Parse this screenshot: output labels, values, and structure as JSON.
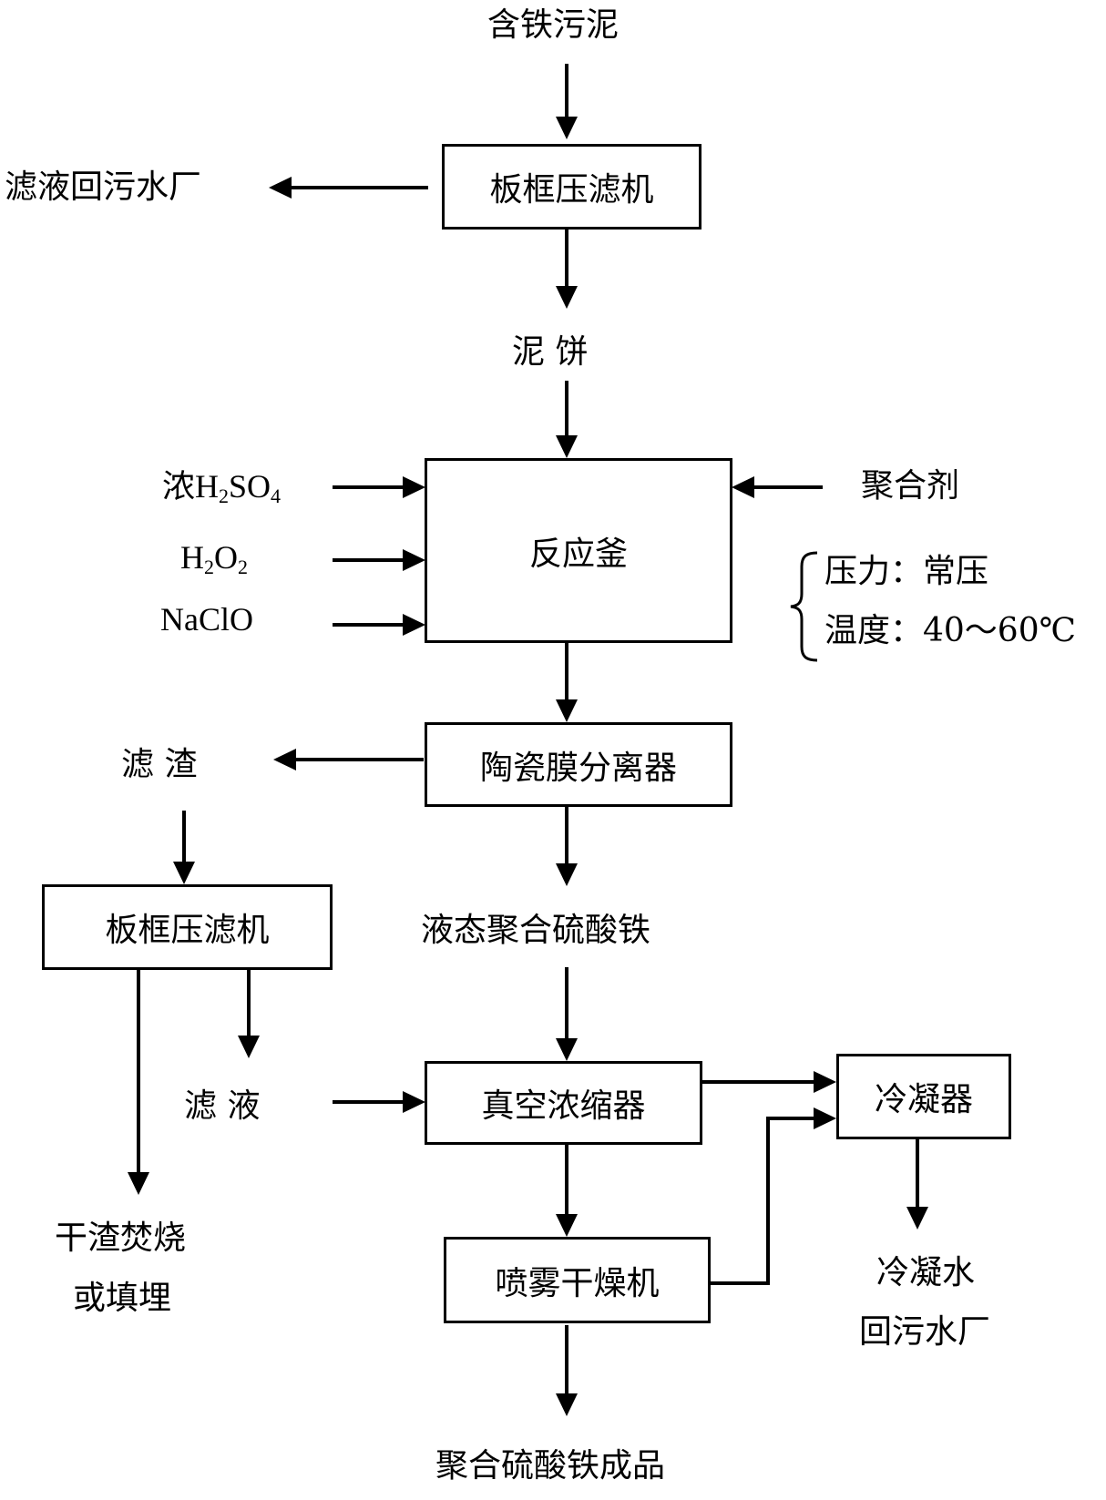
{
  "diagram": {
    "type": "process-flowchart",
    "inputs": {
      "sludge": "含铁污泥",
      "conc_acid_prefix": "浓",
      "h2so4": {
        "h": "H",
        "h_sub": "2",
        "s": "SO",
        "o_sub": "4"
      },
      "h2o2": {
        "h": "H",
        "h_sub": "2",
        "o": "O",
        "o_sub": "2"
      },
      "naclo": "NaClO",
      "polymerizer": "聚合剂"
    },
    "nodes": {
      "filter_press_1": "板框压滤机",
      "reactor": "反应釜",
      "ceramic_separator": "陶瓷膜分离器",
      "filter_press_2": "板框压滤机",
      "vacuum_concentrator": "真空浓缩器",
      "condenser": "冷凝器",
      "spray_dryer": "喷雾干燥机"
    },
    "labels": {
      "filtrate_return": "滤液回污水厂",
      "mud_cake": "泥 饼",
      "filter_residue": "滤 渣",
      "liquid_pfs": "液态聚合硫酸铁",
      "filtrate": "滤 液",
      "dry_residue_line1": "干渣焚烧",
      "dry_residue_line2": "或填埋",
      "condensate_line1": "冷凝水",
      "condensate_line2": "回污水厂",
      "final_product": "聚合硫酸铁成品"
    },
    "conditions": {
      "pressure": "压力：常压",
      "temperature": "温度：40～60℃"
    },
    "edges": [
      {
        "from": "含铁污泥",
        "to": "板框压滤机"
      },
      {
        "from": "板框压滤机",
        "to": "滤液回污水厂"
      },
      {
        "from": "板框压滤机",
        "to": "泥饼"
      },
      {
        "from": "泥饼",
        "to": "反应釜"
      },
      {
        "from": "浓H2SO4",
        "to": "反应釜"
      },
      {
        "from": "H2O2",
        "to": "反应釜"
      },
      {
        "from": "NaClO",
        "to": "反应釜"
      },
      {
        "from": "聚合剂",
        "to": "反应釜"
      },
      {
        "from": "反应釜",
        "to": "陶瓷膜分离器"
      },
      {
        "from": "陶瓷膜分离器",
        "to": "滤渣"
      },
      {
        "from": "陶瓷膜分离器",
        "to": "液态聚合硫酸铁"
      },
      {
        "from": "滤渣",
        "to": "板框压滤机(2)"
      },
      {
        "from": "板框压滤机(2)",
        "to": "滤液"
      },
      {
        "from": "板框压滤机(2)",
        "to": "干渣焚烧或填埋"
      },
      {
        "from": "滤液",
        "to": "真空浓缩器"
      },
      {
        "from": "液态聚合硫酸铁",
        "to": "真空浓缩器"
      },
      {
        "from": "真空浓缩器",
        "to": "冷凝器"
      },
      {
        "from": "真空浓缩器",
        "to": "喷雾干燥机"
      },
      {
        "from": "喷雾干燥机",
        "to": "冷凝器"
      },
      {
        "from": "冷凝器",
        "to": "冷凝水回污水厂"
      },
      {
        "from": "喷雾干燥机",
        "to": "聚合硫酸铁成品"
      }
    ]
  }
}
